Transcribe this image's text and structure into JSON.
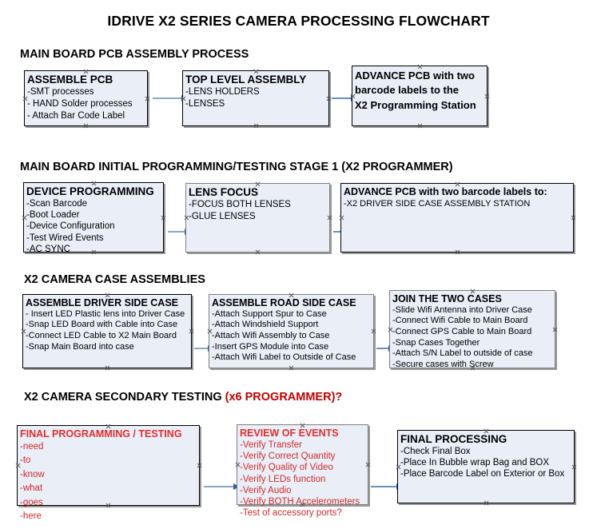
{
  "document": {
    "title": "IDRIVE X2  SERIES CAMERA PROCESSING FLOWCHART"
  },
  "sections": [
    {
      "id": "main-board-pcb-assembly",
      "header": "MAIN BOARD PCB ASSEMBLY PROCESS",
      "header_accent": ""
    },
    {
      "id": "main-board-initial-programming",
      "header": "MAIN BOARD INITIAL PROGRAMMING/TESTING STAGE 1 (X2 PROGRAMMER)",
      "header_accent": ""
    },
    {
      "id": "x2-camera-case-assemblies",
      "header": "X2 CAMERA CASE ASSEMBLIES",
      "header_accent": ""
    },
    {
      "id": "x2-camera-secondary-testing",
      "header": "X2 CAMERA SECONDARY TESTING ",
      "header_accent": "(x6 PROGRAMMER)?"
    }
  ],
  "boxes": {
    "assemble_pcb": {
      "title": "ASSEMBLE PCB",
      "lines": [
        "-SMT processes",
        "- HAND Solder processes",
        "- Attach Bar Code Label"
      ]
    },
    "top_level_assembly": {
      "title": "TOP LEVEL ASSEMBLY",
      "lines": [
        "-LENS HOLDERS",
        "-LENSES"
      ]
    },
    "advance_pcb_programming_station": {
      "paragraph_lines": [
        "ADVANCE PCB with two",
        "barcode labels to the",
        " X2 Programming Station"
      ]
    },
    "device_programming": {
      "title": "DEVICE PROGRAMMING",
      "lines": [
        "-Scan Barcode",
        "-Boot Loader",
        "-Device Configuration",
        "-Test Wired Events",
        "-AC SYNC"
      ]
    },
    "lens_focus": {
      "title": "LENS FOCUS",
      "lines": [
        "-FOCUS BOTH LENSES",
        "-GLUE LENSES"
      ]
    },
    "advance_pcb_driver_side": {
      "title": "ADVANCE PCB with two barcode labels to:",
      "lines": [
        "-X2 DRIVER  SIDE  CASE  ASSEMBLY STATION"
      ]
    },
    "assemble_driver_side_case": {
      "title": "ASSEMBLE DRIVER SIDE CASE",
      "lines": [
        "- Insert LED Plastic lens into Driver Case",
        "-Snap LED Board with Cable into Case",
        "-Connect LED Cable to X2 Main Board",
        "-Snap Main Board into case"
      ]
    },
    "assemble_road_side_case": {
      "title": "ASSEMBLE ROAD SIDE CASE",
      "lines": [
        "-Attach Support Spur to Case",
        "-Attach Windshield Support",
        "-Attach Wifi Assembly to Case",
        "-Insert GPS Module into Case",
        "-Attach Wifi Label to Outside of Case"
      ]
    },
    "join_the_two_cases": {
      "title": "JOIN THE TWO CASES",
      "lines": [
        "-Slide Wifi Antenna into Driver Case",
        "-Connect Wifi Cable to Main Board",
        "-Connect GPS Cable to Main Board",
        "-Snap Cases Together",
        "-Attach S/N Label to outside of case",
        "-Secure cases with Screw"
      ]
    },
    "final_programming_testing": {
      "title": "FINAL PROGRAMMING / TESTING",
      "lines": [
        "-need",
        "-to",
        "-know",
        "-what",
        "-goes",
        "-here"
      ]
    },
    "review_of_events": {
      "title": "REVIEW OF EVENTS",
      "lines": [
        "-Verify Transfer",
        "-Verify Correct Quantity",
        "-Verify Quality of Video",
        "-Verify LEDs function",
        "-Verify Audio",
        "-Verify BOTH Accelerometers",
        "-Test of accessory ports?"
      ]
    },
    "final_processing": {
      "title": "FINAL PROCESSING",
      "lines": [
        " -Check Final Box",
        "-Place In Bubble wrap Bag and BOX",
        "-Place Barcode Label on Exterior or Box"
      ]
    }
  },
  "colors": {
    "box_fill": "#e9eef7",
    "box_border": "#000000",
    "arrow_line": "#8ba7c4",
    "arrow_head": "#2f5fa8",
    "accent_red": "#c00000",
    "red_text": "#d02b2b"
  }
}
